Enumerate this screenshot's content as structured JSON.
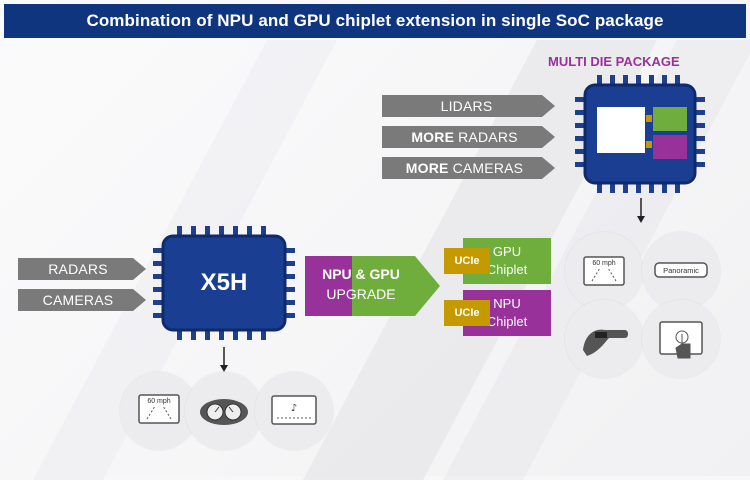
{
  "title": "Combination of NPU and GPU chiplet extension in single SoC package",
  "multi_die": {
    "title": "MULTI DIE PACKAGE",
    "inputs": [
      {
        "bold": "",
        "text": "LIDARS"
      },
      {
        "bold": "MORE",
        "text": "RADARS"
      },
      {
        "bold": "MORE",
        "text": "CAMERAS"
      }
    ]
  },
  "x5h": {
    "label": "X5H",
    "inputs": [
      "RADARS",
      "CAMERAS"
    ]
  },
  "upgrade": {
    "line1": "NPU & GPU",
    "line2": "UPGRADE"
  },
  "chiplets": [
    {
      "ucie": "UCIe",
      "line1": "GPU",
      "line2": "Chiplet",
      "color": "#6fae3c"
    },
    {
      "ucie": "UCIe",
      "line1": "NPU",
      "line2": "Chiplet",
      "color": "#98329a"
    }
  ],
  "icons": {
    "speed_label": "60 mph",
    "panoramic_label": "Panoramic"
  },
  "colors": {
    "title_bar": "#10357f",
    "chip": "#1a3f92",
    "green": "#6fae3c",
    "purple": "#98329a",
    "ucie": "#c49a00",
    "arrow_grey": "#7a7a7a"
  }
}
